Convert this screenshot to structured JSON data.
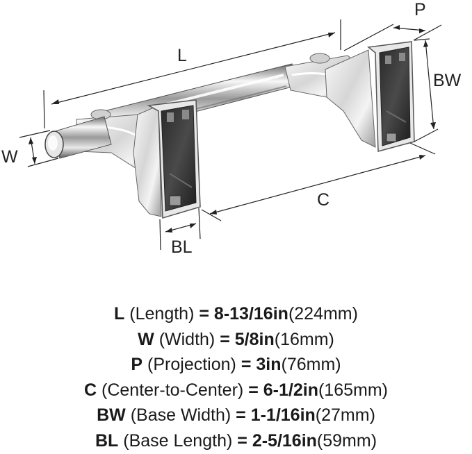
{
  "dimension_labels": {
    "length": "L",
    "width": "W",
    "projection": "P",
    "center_to_center": "C",
    "base_width": "BW",
    "base_length": "BL"
  },
  "specs": [
    {
      "code": "L",
      "name": "(Length)",
      "eq": "=",
      "imperial": "8-13/16in",
      "metric": "(224mm)"
    },
    {
      "code": "W",
      "name": "(Width)",
      "eq": "=",
      "imperial": "5/8in",
      "metric": "(16mm)"
    },
    {
      "code": "P",
      "name": "(Projection)",
      "eq": "=",
      "imperial": "3in",
      "metric": "(76mm)"
    },
    {
      "code": "C",
      "name": "(Center-to-Center)",
      "eq": "=",
      "imperial": "6-1/2in",
      "metric": "(165mm)"
    },
    {
      "code": "BW",
      "name": "(Base Width)",
      "eq": "=",
      "imperial": "1-1/16in",
      "metric": "(27mm)"
    },
    {
      "code": "BL",
      "name": "(Base Length)",
      "eq": "=",
      "imperial": "2-5/16in",
      "metric": "(59mm)"
    }
  ],
  "colors": {
    "chrome_light": "#f2f2f2",
    "chrome_mid": "#b8b8b8",
    "chrome_dark": "#3a3a3a",
    "line": "#222222"
  }
}
